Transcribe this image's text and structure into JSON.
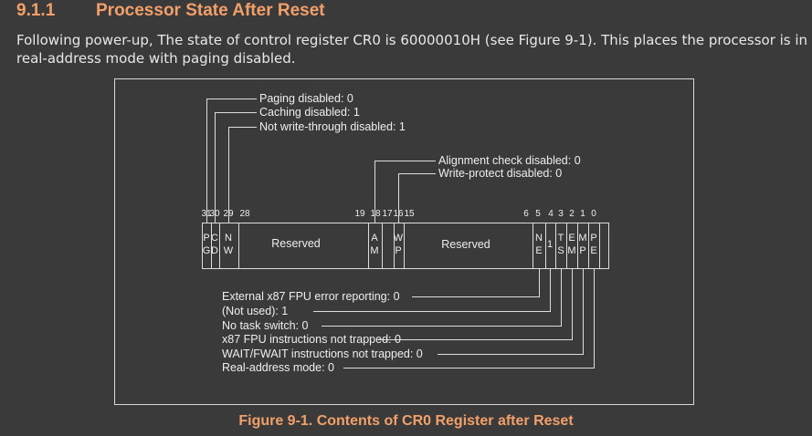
{
  "section": {
    "number": "9.1.1",
    "title": "Processor State After Reset"
  },
  "paragraph": "Following power-up, The state of control register CR0 is 60000010H (see Figure 9-1). This places the processor is in real-address mode with paging disabled.",
  "figure": {
    "caption": "Figure 9-1.  Contents of CR0 Register after Reset",
    "bit_numbers": [
      "31",
      "30",
      "29",
      "28",
      "19",
      "18",
      "17",
      "16",
      "15",
      "6",
      "5",
      "4",
      "3",
      "2",
      "1",
      "0"
    ],
    "fields": {
      "pg": [
        "P",
        "G"
      ],
      "cd": [
        "C",
        "D"
      ],
      "nw": [
        "N",
        "W"
      ],
      "reserved_high": "Reserved",
      "am": [
        "A",
        "M"
      ],
      "wp": [
        "W",
        "P"
      ],
      "reserved_mid": "Reserved",
      "ne": [
        "N",
        "E"
      ],
      "et": "1",
      "ts": [
        "T",
        "S"
      ],
      "em": [
        "E",
        "M"
      ],
      "mp": [
        "M",
        "P"
      ],
      "pe": [
        "P",
        "E"
      ]
    },
    "top_annotations": [
      "Paging disabled: 0",
      "Caching disabled: 1",
      "Not write-through disabled: 1",
      "Alignment check disabled: 0",
      "Write-protect disabled: 0"
    ],
    "bottom_annotations": [
      "External x87 FPU error reporting: 0",
      "(Not used): 1",
      "No task switch: 0",
      "x87 FPU instructions not trapped: 0",
      "WAIT/FWAIT instructions not trapped: 0",
      "Real-address mode: 0"
    ]
  }
}
